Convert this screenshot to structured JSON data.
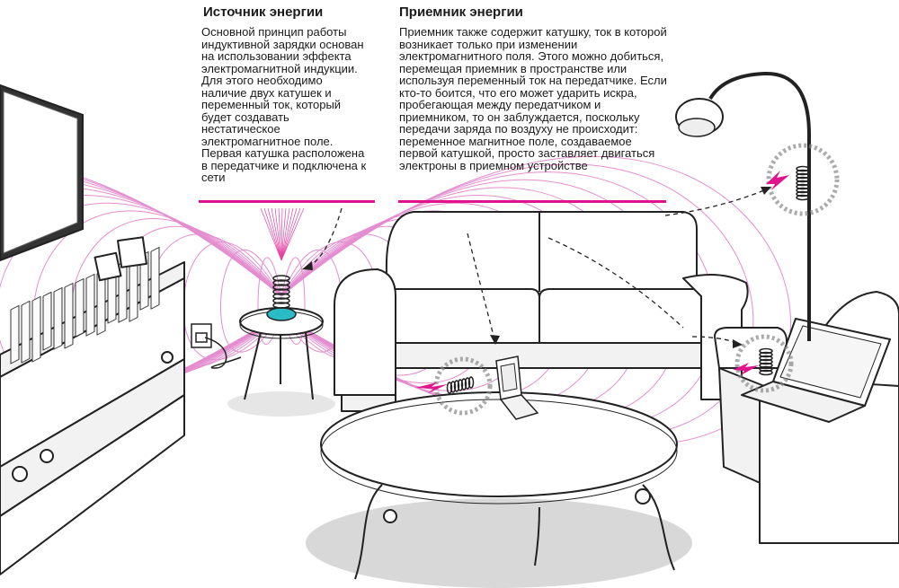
{
  "source": {
    "title": "Источник энергии",
    "text": "Основной принцип работы индуктивной зарядки основан на использовании эффекта электромагнитной индукции. Для этого необходимо наличие двух катушек и переменный ток, который будет создавать нестатическое электромагнитное поле. Первая катушка расположена в передатчике и подключена к сети"
  },
  "receiver": {
    "title": "Приемник энергии",
    "text": "Приемник также содержит катушку, ток в которой возникает только при изменении электромагнитного поля. Этого можно добиться, перемещая приемник в пространстве или используя переменный ток на передатчике. Если кто-то боится, что его может ударить искра, пробегающая между передатчиком и приемником, то он заблуждается, поскольку передачи заряда по воздуху не происходит: переменное магнитное поле, создаваемое первой катушкой, просто заставляет двигаться электроны в приемном устройстве"
  },
  "colors": {
    "accent": "#e0138c",
    "field": "#e07ac8",
    "line": "#222222",
    "furniture_fill": "#f2f2f2",
    "shadow": "#d8d8d8",
    "transmitter": "#2bbbc4"
  },
  "icons": [
    "transmitter-coil",
    "receiver-coil",
    "spark",
    "power-socket",
    "dashed-arrow"
  ]
}
